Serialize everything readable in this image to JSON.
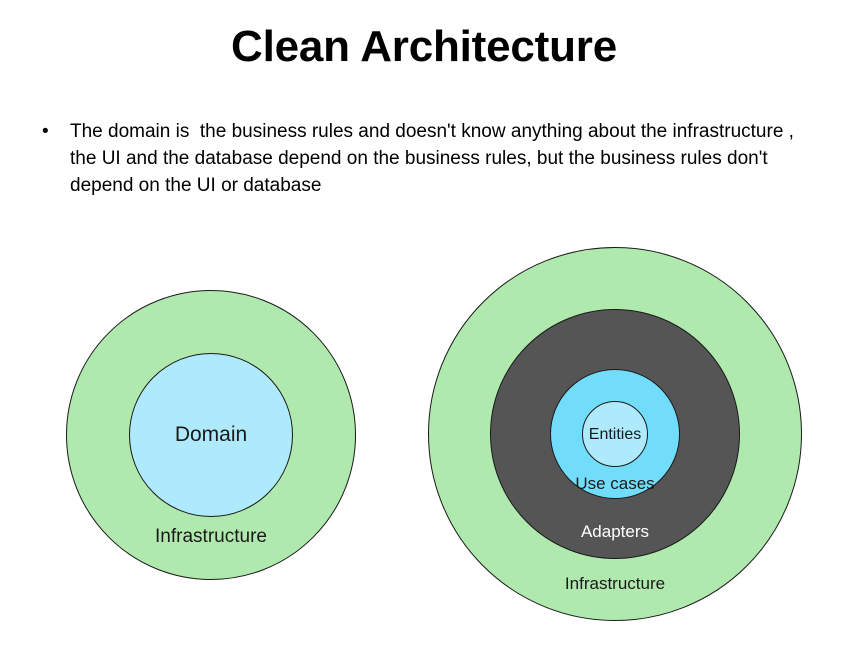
{
  "slide": {
    "title": "Clean Architecture",
    "background_color": "#ffffff"
  },
  "bullets": [
    {
      "marker": "•",
      "text": "The domain is  the business rules and doesn't know anything about the infrastructure , the UI and the database depend on the business rules, but the business rules don't depend on the UI or database"
    }
  ],
  "colors": {
    "green": "#B0E9AE",
    "blue_light": "#AEE9FC",
    "blue_bright": "#72DDFB",
    "gray_dark": "#555555",
    "outline": "#1a1a1a",
    "text_dark": "#1a1a1a",
    "text_light": "#ffffff"
  },
  "diagrams": [
    {
      "id": "left",
      "name": "domain-infrastructure-diagram",
      "rings": [
        {
          "label": "Infrastructure",
          "fill": "#B0E9AE",
          "text_color": "#1a1a1a"
        },
        {
          "label": "Domain",
          "fill": "#AEE9FC",
          "text_color": "#1a1a1a"
        }
      ]
    },
    {
      "id": "right",
      "name": "clean-architecture-layers-diagram",
      "rings": [
        {
          "label": "Infrastructure",
          "fill": "#B0E9AE",
          "text_color": "#1a1a1a"
        },
        {
          "label": "Adapters",
          "fill": "#555555",
          "text_color": "#ffffff"
        },
        {
          "label": "Use cases",
          "fill": "#72DDFB",
          "text_color": "#1a1a1a"
        },
        {
          "label": "Entities",
          "fill": "#AEE9FC",
          "text_color": "#1a1a1a"
        }
      ]
    }
  ]
}
